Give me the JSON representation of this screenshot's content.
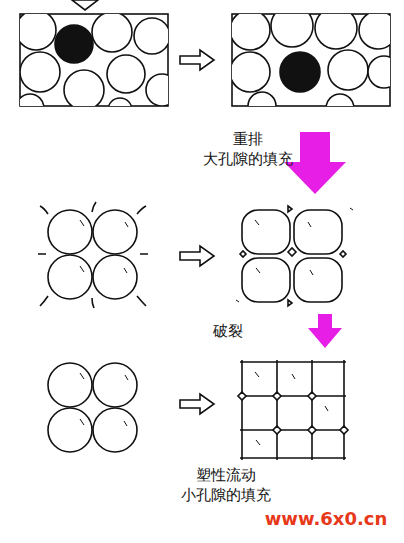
{
  "diagram": {
    "labels": [
      "重排",
      "大孔隙的填充",
      "破裂",
      "塑性流动",
      "小孔隙的填充",
      "www.6x0.cn"
    ]
  }
}
